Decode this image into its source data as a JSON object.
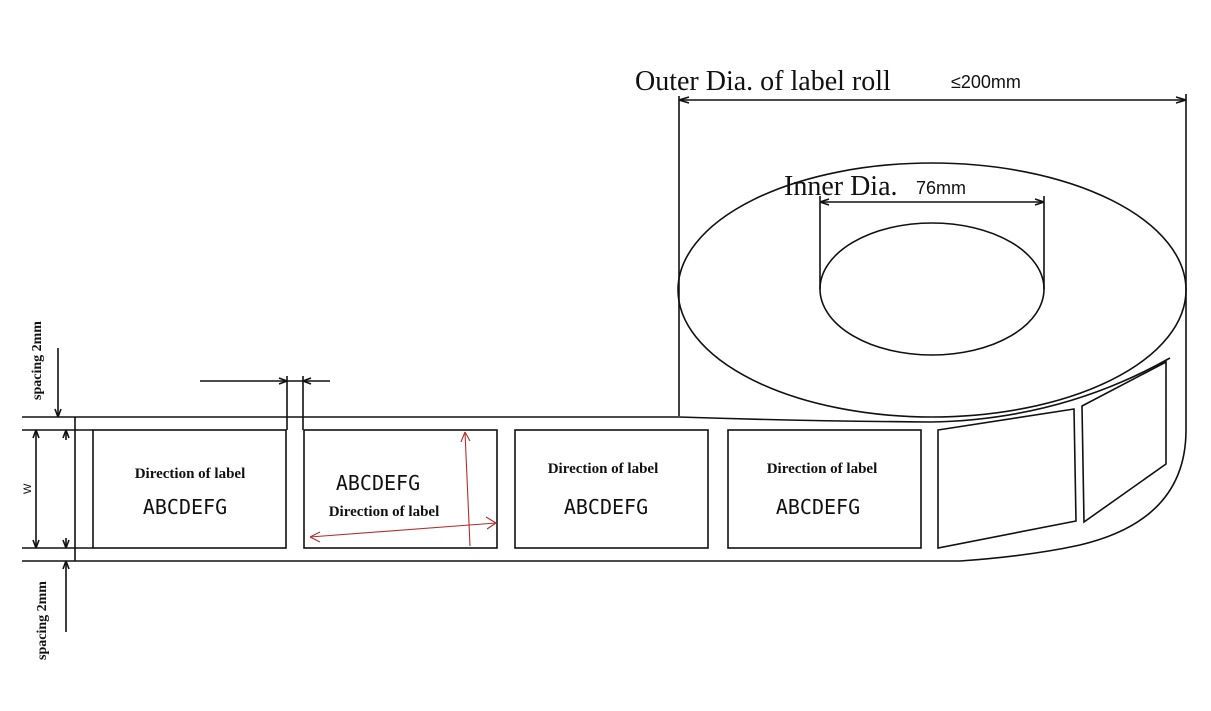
{
  "outer": {
    "label": "Outer Dia. of label roll",
    "value": "≤200mm"
  },
  "inner": {
    "label": "Inner Dia.",
    "value": "76mm"
  },
  "spacing_top": "spacing 2mm",
  "spacing_bottom": "spacing 2mm",
  "width_label": "W",
  "labels": [
    {
      "direction": "Direction of label",
      "code": "ABCDEFG"
    },
    {
      "direction": "Direction of label",
      "code": "ABCDEFG"
    },
    {
      "direction": "Direction of label",
      "code": "ABCDEFG"
    },
    {
      "direction": "Direction of label",
      "code": "ABCDEFG"
    }
  ],
  "colors": {
    "line": "#111111",
    "arrow": "#b03030",
    "background": "#ffffff"
  }
}
